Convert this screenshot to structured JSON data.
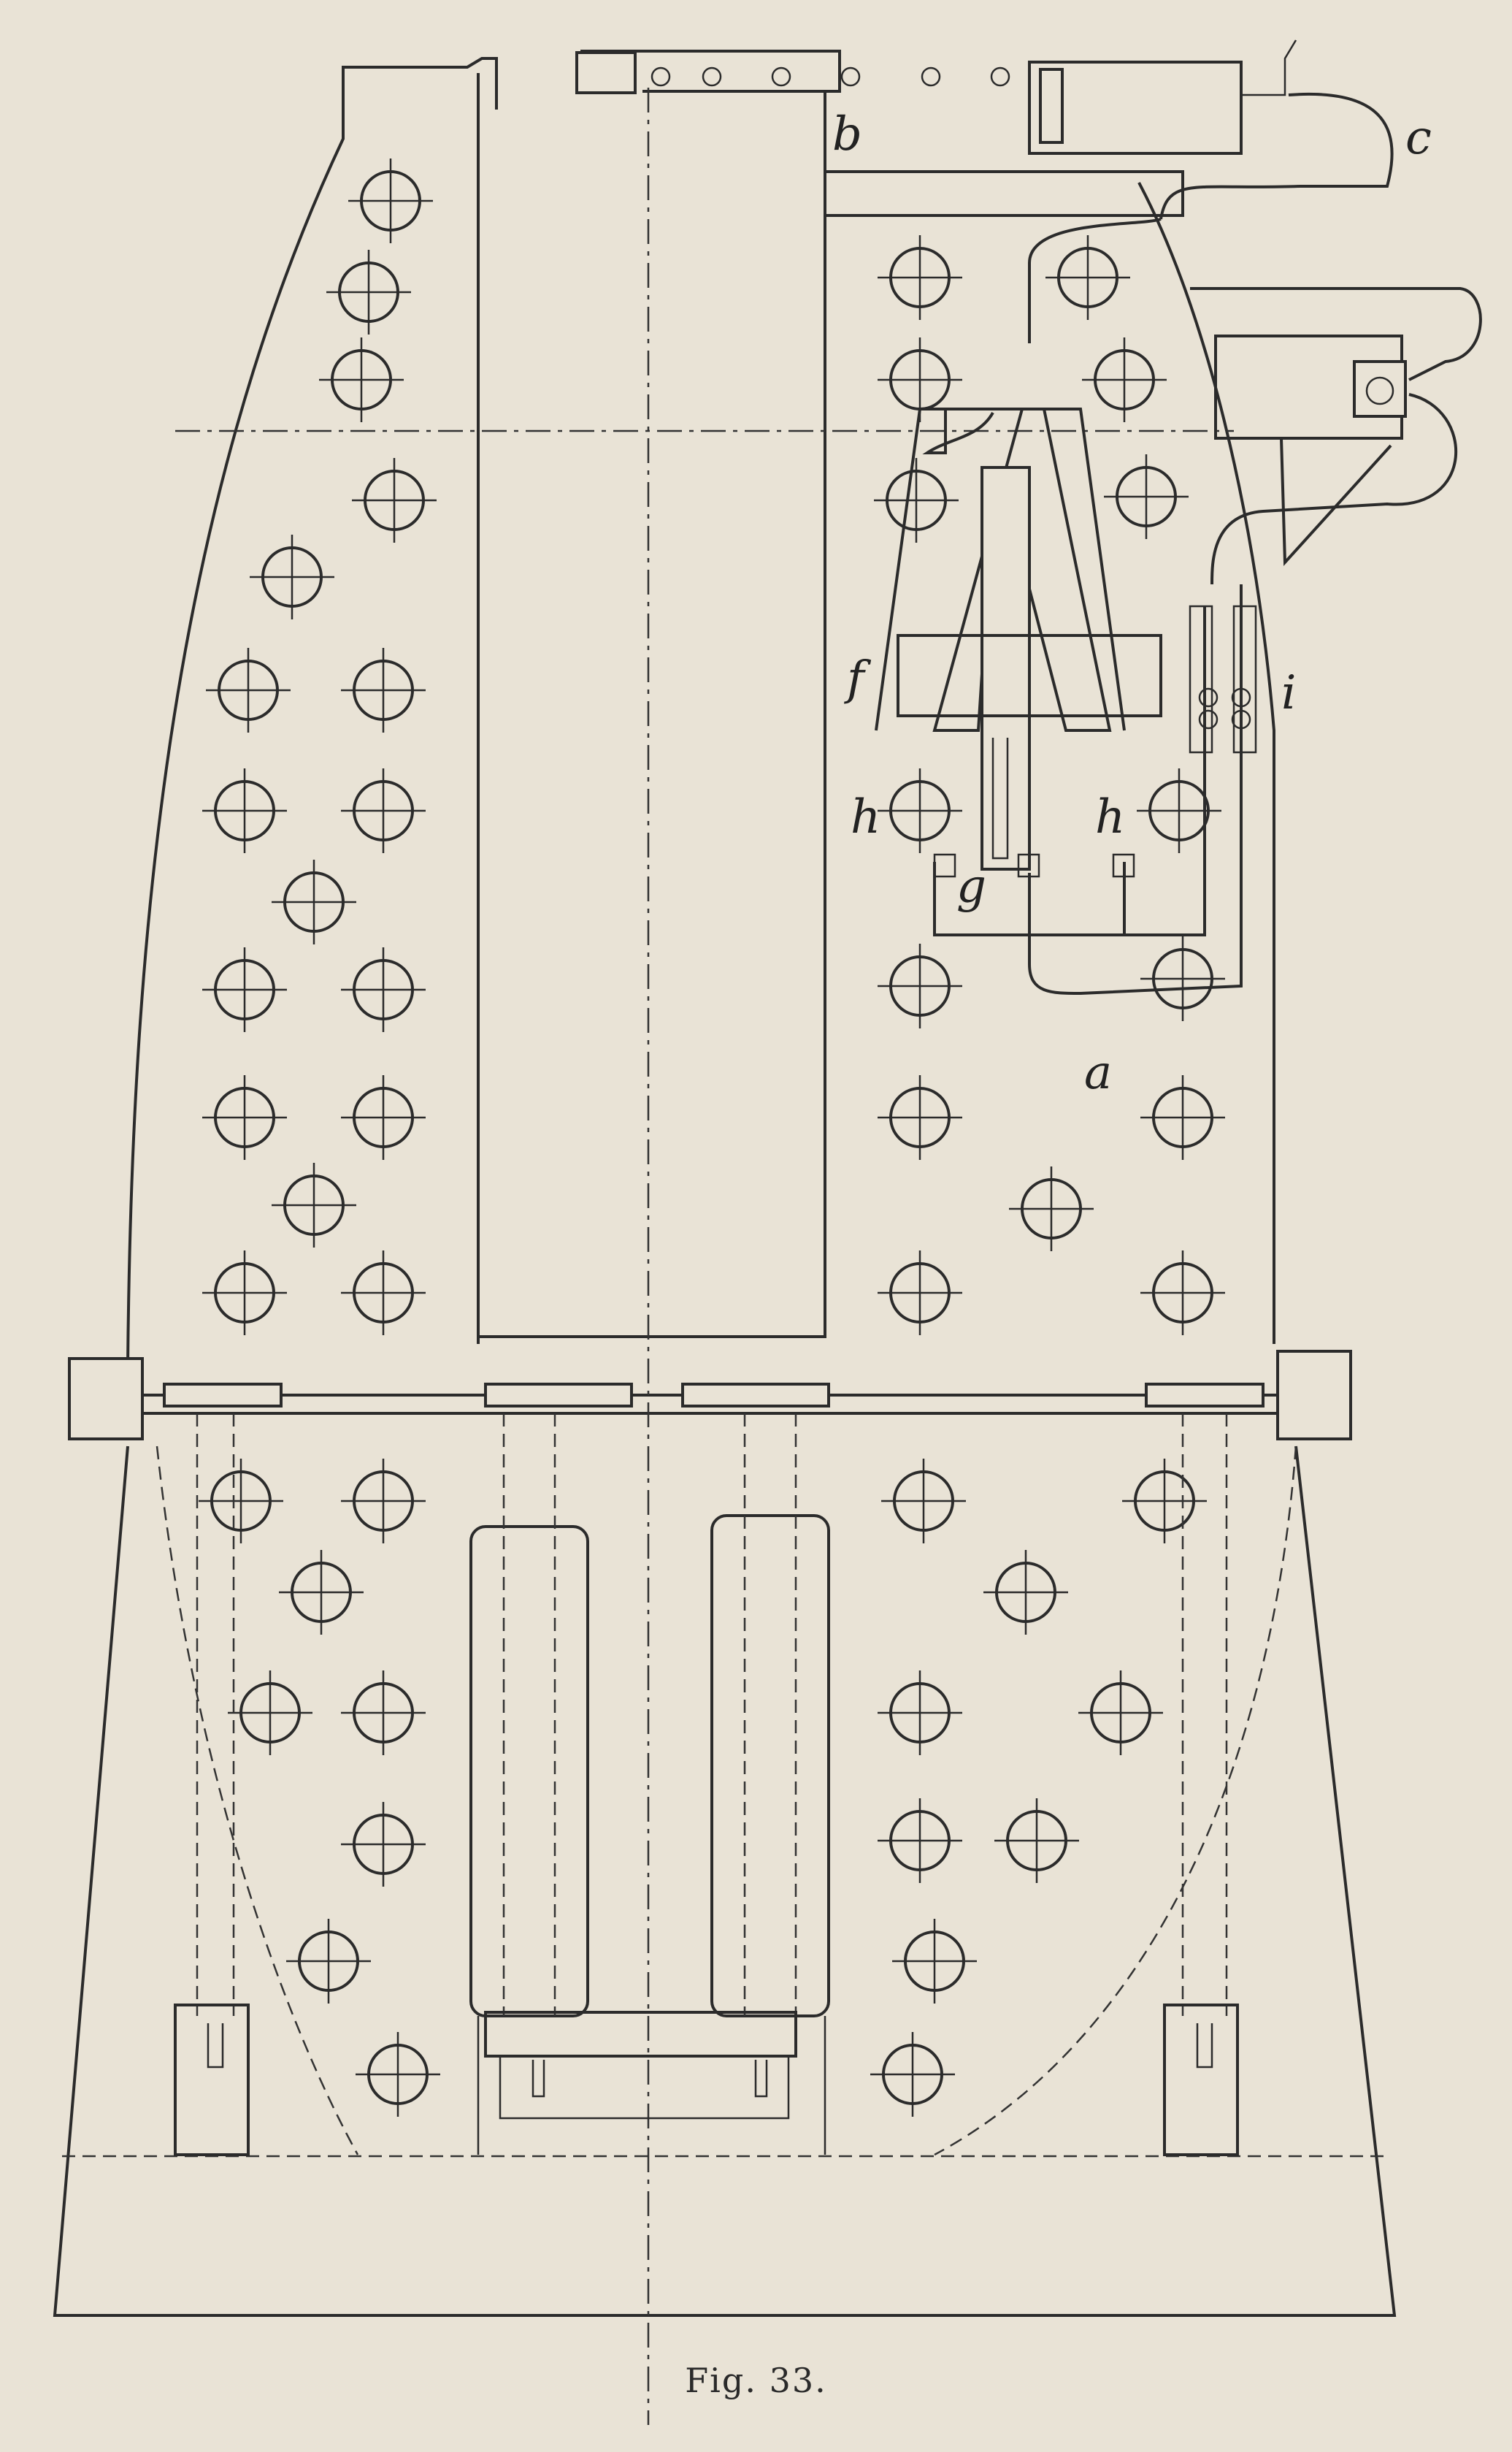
{
  "figure": {
    "caption": "Fig. 33.",
    "labels": [
      {
        "id": "a",
        "text": "a"
      },
      {
        "id": "b",
        "text": "b"
      },
      {
        "id": "c",
        "text": "c"
      },
      {
        "id": "f",
        "text": "f"
      },
      {
        "id": "g",
        "text": "g"
      },
      {
        "id": "h_left",
        "text": "h"
      },
      {
        "id": "h_right",
        "text": "h"
      },
      {
        "id": "i",
        "text": "i"
      }
    ]
  }
}
